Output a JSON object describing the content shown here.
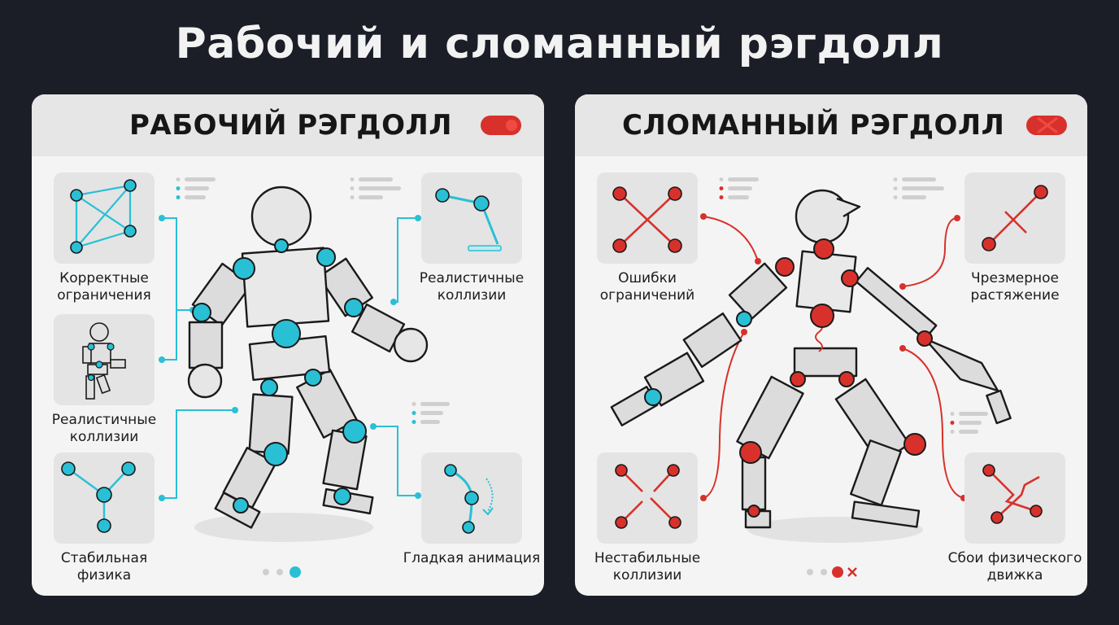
{
  "title": "Рабочий и сломанный рэгдолл",
  "working": {
    "heading": "РАБОЧИЙ РЭГДОЛЛ",
    "features": {
      "constraints": "Корректные ограничения",
      "collisions_right": "Реалистичные коллизии",
      "collisions_left": "Реалистичные коллизии",
      "physics": "Стабильная физика",
      "animation": "Гладкая анимация"
    }
  },
  "broken": {
    "heading": "СЛОМАННЫЙ РЭГДОЛЛ",
    "features": {
      "constraint_errors": "Ошибки ограничений",
      "overstretch": "Чрезмерное растяжение",
      "unstable_collisions": "Нестабильные коллизии",
      "engine_failures": "Сбои физического движка"
    }
  },
  "colors": {
    "background": "#1b1e27",
    "panel": "#f4f4f4",
    "joint_ok": "#29c0d6",
    "joint_bad": "#d8312b"
  }
}
